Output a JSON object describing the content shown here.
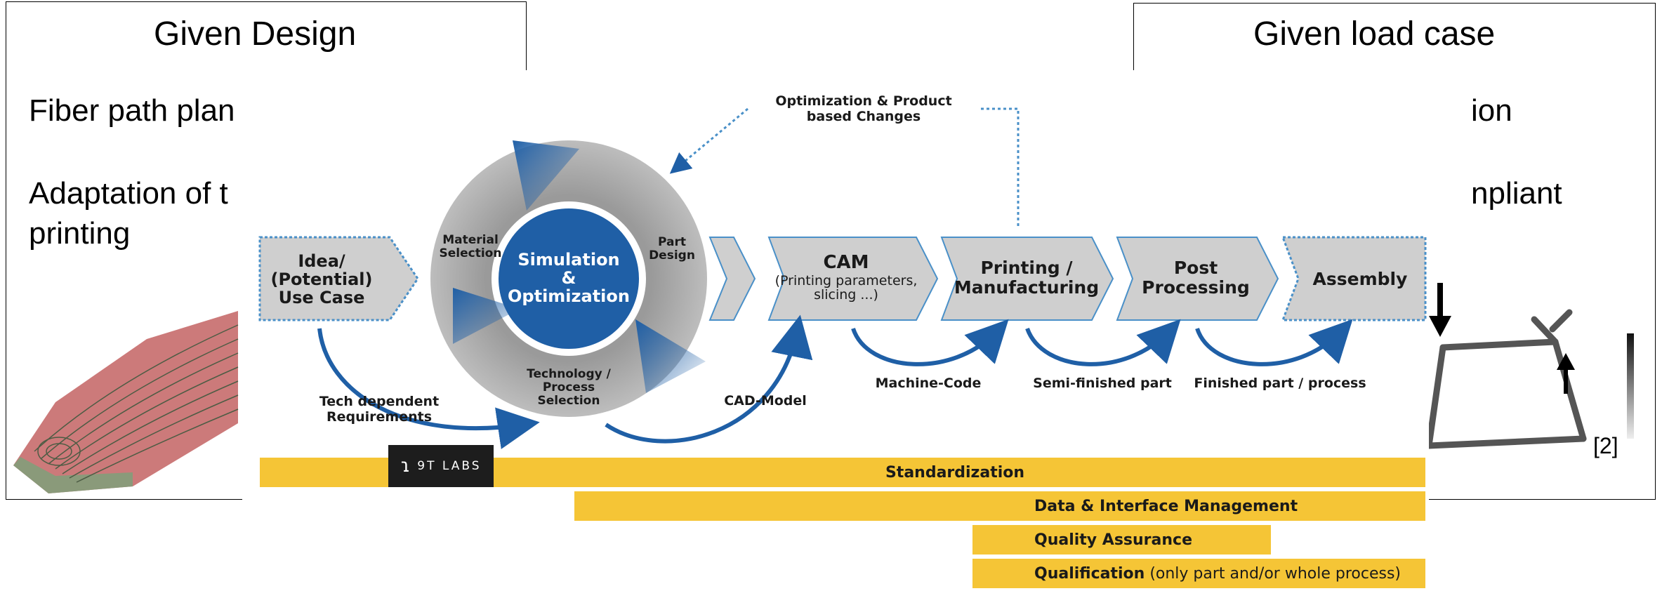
{
  "left_box": {
    "title": "Given Design",
    "line1": "Fiber path plan",
    "line2": "Adaptation of t",
    "line3": "printing"
  },
  "right_box": {
    "title": "Given load case",
    "line1": "ion",
    "line2": "npliant",
    "reference": "[2]"
  },
  "diagram": {
    "feedback_label_1": "Optimization & Product",
    "feedback_label_2": "based Changes",
    "start_step": [
      "Idea/",
      "(Potential)",
      "Use Case"
    ],
    "cycle_center": [
      "Simulation",
      "&",
      "Optimization"
    ],
    "cycle_material": [
      "Material",
      "Selection"
    ],
    "cycle_part": [
      "Part",
      "Design"
    ],
    "cycle_technology": [
      "Technology /",
      "Process",
      "Selection"
    ],
    "cam": {
      "title": "CAM",
      "sub1": "(Printing parameters,",
      "sub2": "slicing ...)"
    },
    "printing": [
      "Printing /",
      "Manufacturing"
    ],
    "post": [
      "Post",
      "Processing"
    ],
    "assembly": "Assembly",
    "tech_req": [
      "Tech dependent",
      "Requirements"
    ],
    "cad_model": "CAD-Model",
    "machine_code": "Machine-Code",
    "semi_finished": "Semi-finished part",
    "finished": "Finished part / process",
    "brand_mark": "ɿ",
    "brand_text": "9T LABS"
  },
  "bars": {
    "standardization": "Standardization",
    "data_interface": "Data & Interface Management",
    "quality": "Quality Assurance",
    "qualification_bold": "Qualification",
    "qualification_rest": " (only part and/or whole process)"
  },
  "colors": {
    "accent_blue": "#1f5fa6",
    "arrow_gray": "#c6c6c6",
    "arrow_border": "#4a90c8",
    "bar_yellow": "#f5c536"
  }
}
